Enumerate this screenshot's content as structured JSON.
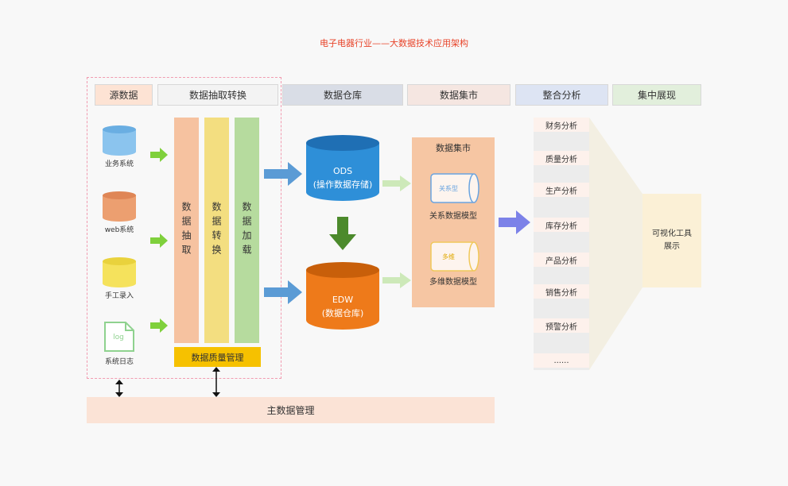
{
  "title": "电子电器行业——大数据技术应用架构",
  "headers": {
    "source": "源数据",
    "etl": "数据抽取转换",
    "warehouse": "数据仓库",
    "mart": "数据集市",
    "analysis": "整合分析",
    "display": "集中展现"
  },
  "sources": [
    {
      "label": "业务系统",
      "color": "#8bc4ee"
    },
    {
      "label": "web系统",
      "color": "#ec9f70"
    },
    {
      "label": "手工录入",
      "color": "#f5e25c"
    },
    {
      "label": "系统日志",
      "icon_text": "log",
      "color": "#8fd28f"
    }
  ],
  "etl_columns": {
    "extract": "数据抽取",
    "transform": "数据转换",
    "load": "数据加载"
  },
  "data_quality": "数据质量管理",
  "ods": {
    "line1": "ODS",
    "line2": "(操作数据存储)"
  },
  "edw": {
    "line1": "EDW",
    "line2": "(数据仓库)"
  },
  "mart": {
    "title": "数据集市",
    "relational_tag": "关系型",
    "relational_label": "关系数据模型",
    "multidim_tag": "多维",
    "multidim_label": "多维数据模型"
  },
  "analysis_items": [
    "财务分析",
    "质量分析",
    "生产分析",
    "库存分析",
    "产品分析",
    "销售分析",
    "预警分析",
    "......"
  ],
  "visual_tool": {
    "line1": "可视化工具",
    "line2": "展示"
  },
  "master_data": "主数据管理"
}
